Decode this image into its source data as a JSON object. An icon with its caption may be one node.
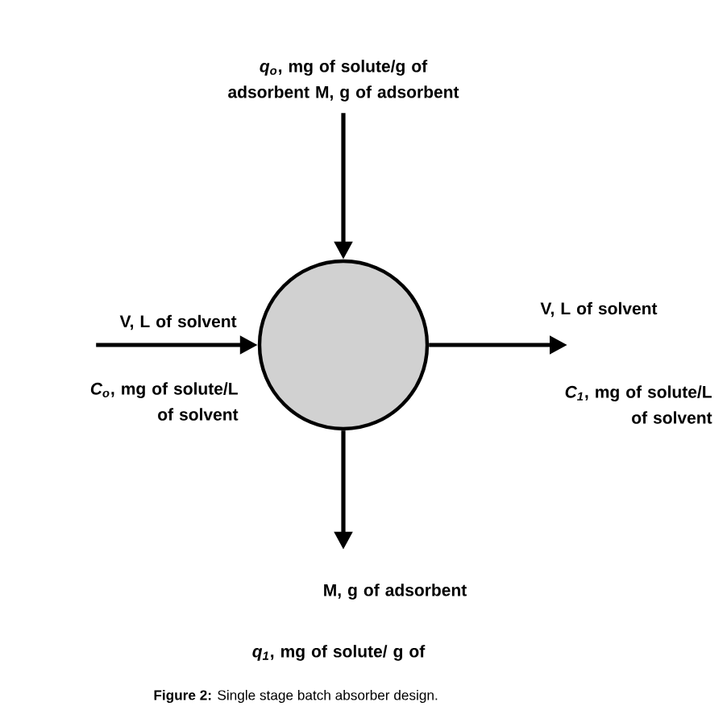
{
  "diagram": {
    "caption": "**Figure 2:** Single stage batch absorber design.",
    "nodes": [
      {
        "text": [
          "*q$_{o}$*, mg of solute/g of adsorbent M, g of adsorbent"
        ]
      },
      {
        "text": [
          "V, L of solvent"
        ]
      },
      {
        "text": [],
        "shape": "circle"
      },
      {
        "text": [
          "V, L of solvent"
        ]
      },
      {
        "text": [
          "M, g of adsorbent"
        ]
      }
    ],
    "edges": [
      {
        "from": 0,
        "to": 2,
        "arrow": "to"
      },
      {
        "from": 1,
        "to": 2,
        "arrow": "to"
      },
      {
        "from": 2,
        "to": 3,
        "arrow": "to"
      },
      {
        "from": 2,
        "to": 4,
        "arrow": "to"
      }
    ],
    "labels": [
      "*C$_{o}$*, mg of solute/L of solvent",
      "*C$_{1}$*, mg of solute/L of solvent",
      "*q$_{1}$*, mg of solute/ g of"
    ]
  }
}
